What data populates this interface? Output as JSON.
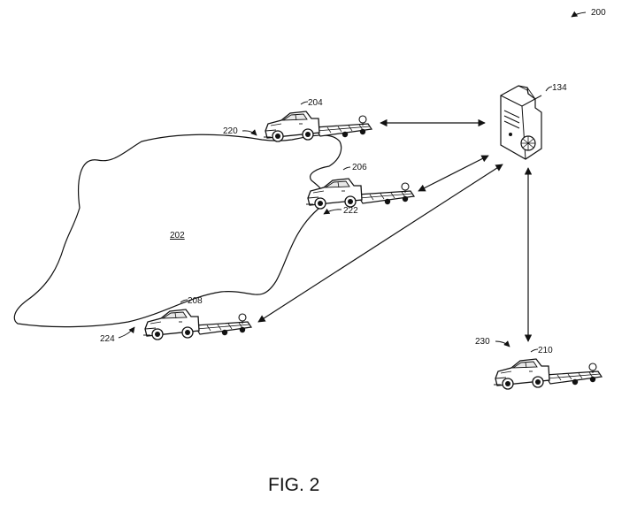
{
  "figure": {
    "caption": "FIG. 2",
    "ref_figure": "200",
    "area": {
      "label": "202"
    },
    "server": {
      "label": "134"
    },
    "vehicles": [
      {
        "label": "204",
        "path_label": "220"
      },
      {
        "label": "206",
        "path_label": "222"
      },
      {
        "label": "208",
        "path_label": "224"
      },
      {
        "label": "210",
        "path_label": "230"
      }
    ]
  }
}
